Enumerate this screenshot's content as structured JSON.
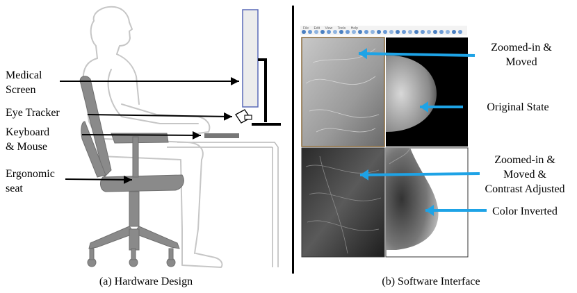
{
  "hardware": {
    "labels": {
      "medical_screen": [
        "Medical",
        "Screen"
      ],
      "eye_tracker": "Eye Tracker",
      "keyboard_mouse": [
        "Keyboard",
        "& Mouse"
      ],
      "ergonomic_seat": [
        "Ergonomic",
        "seat"
      ]
    },
    "caption": "(a) Hardware Design"
  },
  "software": {
    "labels": {
      "zoomed_moved": [
        "Zoomed-in &",
        "Moved"
      ],
      "original_state": "Original State",
      "zoomed_moved_contrast": [
        "Zoomed-in &",
        "Moved &",
        "Contrast Adjusted"
      ],
      "color_inverted": "Color Inverted"
    },
    "menu": [
      "File",
      "Edit",
      "View",
      "Tools",
      "Help"
    ],
    "caption": "(b) Software Interface"
  },
  "colors": {
    "arrow_blue": "#1ea3e6",
    "screen_blue": "#5a6ab8",
    "seat_gray": "#8a8a8a",
    "divider": "#000000"
  }
}
